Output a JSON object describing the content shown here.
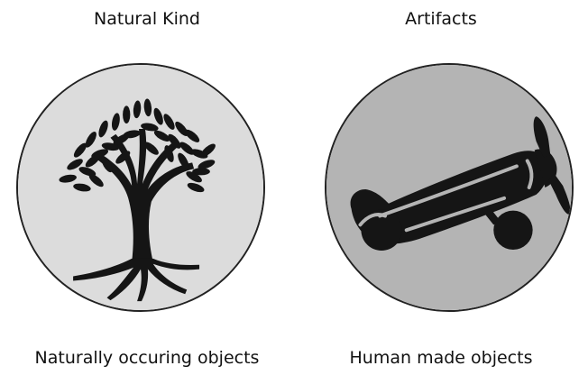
{
  "panels": [
    {
      "title": "Natural Kind",
      "caption": "Naturally occuring objects",
      "icon": "tree-icon",
      "circle_color": "#dcdcdc"
    },
    {
      "title": "Artifacts",
      "caption": "Human made objects",
      "icon": "airplane-icon",
      "circle_color": "#b4b4b4"
    }
  ],
  "colors": {
    "silhouette": "#151515",
    "outline": "#222222",
    "background": "#ffffff"
  }
}
